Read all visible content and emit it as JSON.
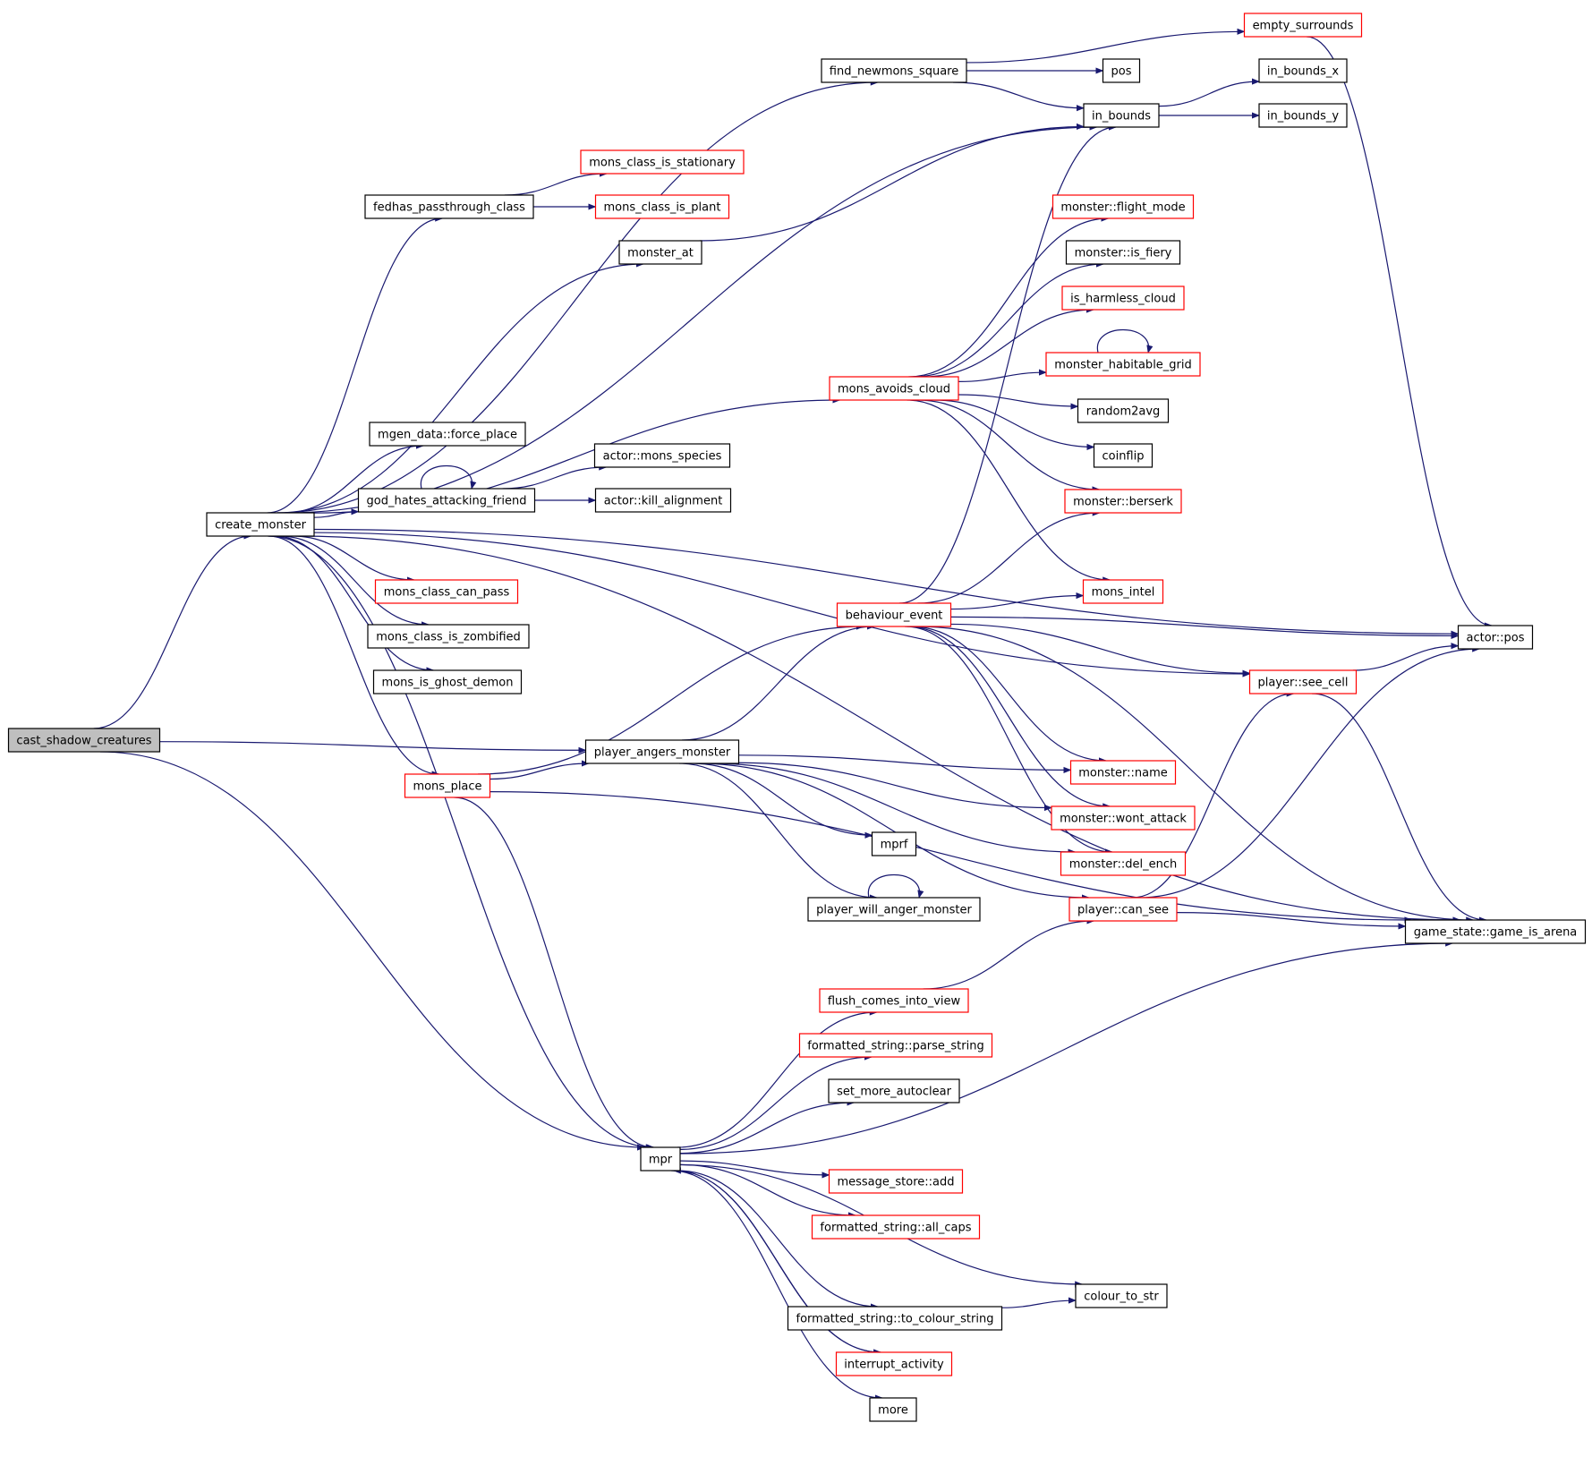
{
  "graph": {
    "colors": {
      "root_fill": "#bfbfbf",
      "plain_border": "#000000",
      "truncated_border": "#ff0000",
      "edge": "#191970"
    },
    "nodes": [
      {
        "id": "cast_shadow_creatures",
        "label": "cast_shadow_creatures",
        "style": "root"
      },
      {
        "id": "create_monster",
        "label": "create_monster",
        "style": "black"
      },
      {
        "id": "player_angers_monster",
        "label": "player_angers_monster",
        "style": "black"
      },
      {
        "id": "mpr",
        "label": "mpr",
        "style": "black"
      },
      {
        "id": "find_newmons_square",
        "label": "find_newmons_square",
        "style": "black"
      },
      {
        "id": "in_bounds",
        "label": "in_bounds",
        "style": "black"
      },
      {
        "id": "fedhas_passthrough_class",
        "label": "fedhas_passthrough_class",
        "style": "black"
      },
      {
        "id": "monster_at",
        "label": "monster_at",
        "style": "black"
      },
      {
        "id": "actor_pos",
        "label": "actor::pos",
        "style": "black"
      },
      {
        "id": "mons_avoids_cloud",
        "label": "mons_avoids_cloud",
        "style": "red"
      },
      {
        "id": "mgen_force_place",
        "label": "mgen_data::force_place",
        "style": "black"
      },
      {
        "id": "god_hates",
        "label": "god_hates_attacking_friend",
        "style": "black"
      },
      {
        "id": "player_see_cell",
        "label": "player::see_cell",
        "style": "red"
      },
      {
        "id": "mons_class_can_pass",
        "label": "mons_class_can_pass",
        "style": "red"
      },
      {
        "id": "mons_class_is_zombified",
        "label": "mons_class_is_zombified",
        "style": "black"
      },
      {
        "id": "mons_is_ghost_demon",
        "label": "mons_is_ghost_demon",
        "style": "black"
      },
      {
        "id": "mons_place",
        "label": "mons_place",
        "style": "red"
      },
      {
        "id": "game_is_arena",
        "label": "game_state::game_is_arena",
        "style": "black"
      },
      {
        "id": "empty_surrounds",
        "label": "empty_surrounds",
        "style": "red"
      },
      {
        "id": "pos",
        "label": "pos",
        "style": "black"
      },
      {
        "id": "in_bounds_x",
        "label": "in_bounds_x",
        "style": "black"
      },
      {
        "id": "in_bounds_y",
        "label": "in_bounds_y",
        "style": "black"
      },
      {
        "id": "mons_class_is_stationary",
        "label": "mons_class_is_stationary",
        "style": "red"
      },
      {
        "id": "mons_class_is_plant",
        "label": "mons_class_is_plant",
        "style": "red"
      },
      {
        "id": "monster_flight_mode",
        "label": "monster::flight_mode",
        "style": "red"
      },
      {
        "id": "monster_is_fiery",
        "label": "monster::is_fiery",
        "style": "black"
      },
      {
        "id": "is_harmless_cloud",
        "label": "is_harmless_cloud",
        "style": "red"
      },
      {
        "id": "monster_habitable_grid",
        "label": "monster_habitable_grid",
        "style": "red"
      },
      {
        "id": "random2avg",
        "label": "random2avg",
        "style": "black"
      },
      {
        "id": "coinflip",
        "label": "coinflip",
        "style": "black"
      },
      {
        "id": "monster_berserk",
        "label": "monster::berserk",
        "style": "red"
      },
      {
        "id": "actor_mons_species",
        "label": "actor::mons_species",
        "style": "black"
      },
      {
        "id": "actor_kill_alignment",
        "label": "actor::kill_alignment",
        "style": "black"
      },
      {
        "id": "behaviour_event",
        "label": "behaviour_event",
        "style": "red"
      },
      {
        "id": "mons_intel",
        "label": "mons_intel",
        "style": "red"
      },
      {
        "id": "monster_name",
        "label": "monster::name",
        "style": "red"
      },
      {
        "id": "monster_wont_attack",
        "label": "monster::wont_attack",
        "style": "red"
      },
      {
        "id": "monster_del_ench",
        "label": "monster::del_ench",
        "style": "red"
      },
      {
        "id": "mprf",
        "label": "mprf",
        "style": "black"
      },
      {
        "id": "player_will_anger_monster",
        "label": "player_will_anger_monster",
        "style": "black"
      },
      {
        "id": "player_can_see",
        "label": "player::can_see",
        "style": "red"
      },
      {
        "id": "flush_comes_into_view",
        "label": "flush_comes_into_view",
        "style": "red"
      },
      {
        "id": "parse_string",
        "label": "formatted_string::parse_string",
        "style": "red"
      },
      {
        "id": "set_more_autoclear",
        "label": "set_more_autoclear",
        "style": "black"
      },
      {
        "id": "message_store_add",
        "label": "message_store::add",
        "style": "red"
      },
      {
        "id": "all_caps",
        "label": "formatted_string::all_caps",
        "style": "red"
      },
      {
        "id": "colour_to_str",
        "label": "colour_to_str",
        "style": "black"
      },
      {
        "id": "to_colour_string",
        "label": "formatted_string::to_colour_string",
        "style": "black"
      },
      {
        "id": "interrupt_activity",
        "label": "interrupt_activity",
        "style": "red"
      },
      {
        "id": "more",
        "label": "more",
        "style": "black"
      }
    ],
    "edges": [
      [
        "cast_shadow_creatures",
        "create_monster"
      ],
      [
        "cast_shadow_creatures",
        "player_angers_monster"
      ],
      [
        "cast_shadow_creatures",
        "mpr"
      ],
      [
        "create_monster",
        "find_newmons_square"
      ],
      [
        "create_monster",
        "in_bounds"
      ],
      [
        "create_monster",
        "fedhas_passthrough_class"
      ],
      [
        "create_monster",
        "monster_at"
      ],
      [
        "create_monster",
        "actor_pos"
      ],
      [
        "create_monster",
        "mons_avoids_cloud"
      ],
      [
        "create_monster",
        "mgen_force_place"
      ],
      [
        "create_monster",
        "god_hates"
      ],
      [
        "create_monster",
        "player_see_cell"
      ],
      [
        "create_monster",
        "mons_class_can_pass"
      ],
      [
        "create_monster",
        "mons_class_is_zombified"
      ],
      [
        "create_monster",
        "mons_is_ghost_demon"
      ],
      [
        "create_monster",
        "mons_place"
      ],
      [
        "create_monster",
        "mpr"
      ],
      [
        "create_monster",
        "game_is_arena"
      ],
      [
        "find_newmons_square",
        "empty_surrounds"
      ],
      [
        "find_newmons_square",
        "pos"
      ],
      [
        "find_newmons_square",
        "in_bounds"
      ],
      [
        "in_bounds",
        "in_bounds_x"
      ],
      [
        "in_bounds",
        "in_bounds_y"
      ],
      [
        "fedhas_passthrough_class",
        "mons_class_is_stationary"
      ],
      [
        "fedhas_passthrough_class",
        "mons_class_is_plant"
      ],
      [
        "monster_at",
        "in_bounds"
      ],
      [
        "empty_surrounds",
        "actor_pos"
      ],
      [
        "mons_avoids_cloud",
        "monster_flight_mode"
      ],
      [
        "mons_avoids_cloud",
        "monster_is_fiery"
      ],
      [
        "mons_avoids_cloud",
        "is_harmless_cloud"
      ],
      [
        "mons_avoids_cloud",
        "monster_habitable_grid"
      ],
      [
        "mons_avoids_cloud",
        "random2avg"
      ],
      [
        "mons_avoids_cloud",
        "coinflip"
      ],
      [
        "mons_avoids_cloud",
        "monster_berserk"
      ],
      [
        "mons_avoids_cloud",
        "mons_intel"
      ],
      [
        "monster_habitable_grid",
        "monster_habitable_grid"
      ],
      [
        "god_hates",
        "god_hates"
      ],
      [
        "god_hates",
        "actor_mons_species"
      ],
      [
        "god_hates",
        "actor_kill_alignment"
      ],
      [
        "mons_place",
        "player_angers_monster"
      ],
      [
        "mons_place",
        "behaviour_event"
      ],
      [
        "mons_place",
        "mpr"
      ],
      [
        "mons_place",
        "game_is_arena"
      ],
      [
        "player_angers_monster",
        "behaviour_event"
      ],
      [
        "player_angers_monster",
        "monster_name"
      ],
      [
        "player_angers_monster",
        "monster_wont_attack"
      ],
      [
        "player_angers_monster",
        "monster_del_ench"
      ],
      [
        "player_angers_monster",
        "mprf"
      ],
      [
        "player_angers_monster",
        "player_will_anger_monster"
      ],
      [
        "player_angers_monster",
        "player_can_see"
      ],
      [
        "player_will_anger_monster",
        "player_will_anger_monster"
      ],
      [
        "behaviour_event",
        "in_bounds"
      ],
      [
        "behaviour_event",
        "monster_berserk"
      ],
      [
        "behaviour_event",
        "mons_intel"
      ],
      [
        "behaviour_event",
        "actor_pos"
      ],
      [
        "behaviour_event",
        "player_see_cell"
      ],
      [
        "behaviour_event",
        "monster_name"
      ],
      [
        "behaviour_event",
        "monster_wont_attack"
      ],
      [
        "behaviour_event",
        "monster_del_ench"
      ],
      [
        "behaviour_event",
        "game_is_arena"
      ],
      [
        "player_see_cell",
        "actor_pos"
      ],
      [
        "player_see_cell",
        "game_is_arena"
      ],
      [
        "player_can_see",
        "player_see_cell"
      ],
      [
        "player_can_see",
        "actor_pos"
      ],
      [
        "player_can_see",
        "game_is_arena"
      ],
      [
        "flush_comes_into_view",
        "player_can_see"
      ],
      [
        "mpr",
        "flush_comes_into_view"
      ],
      [
        "mpr",
        "parse_string"
      ],
      [
        "mpr",
        "set_more_autoclear"
      ],
      [
        "mpr",
        "game_is_arena"
      ],
      [
        "mpr",
        "message_store_add"
      ],
      [
        "mpr",
        "all_caps"
      ],
      [
        "mpr",
        "colour_to_str"
      ],
      [
        "mpr",
        "to_colour_string"
      ],
      [
        "mpr",
        "interrupt_activity"
      ],
      [
        "mpr",
        "more"
      ],
      [
        "to_colour_string",
        "colour_to_str"
      ],
      [
        "interrupt_activity",
        "mpr"
      ]
    ]
  }
}
